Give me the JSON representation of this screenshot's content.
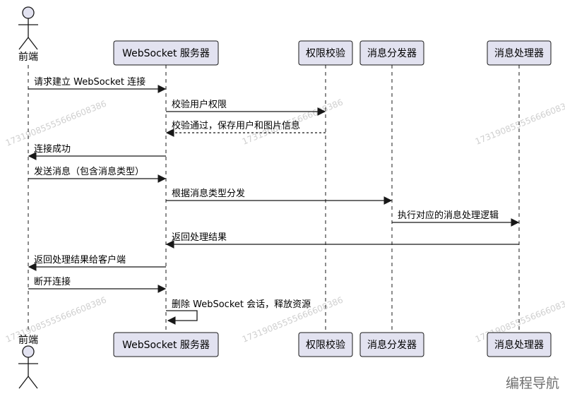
{
  "participants": [
    {
      "id": "frontend",
      "label": "前端",
      "kind": "actor"
    },
    {
      "id": "ws",
      "label": "WebSocket 服务器",
      "kind": "box"
    },
    {
      "id": "auth",
      "label": "权限校验",
      "kind": "box"
    },
    {
      "id": "dispatch",
      "label": "消息分发器",
      "kind": "box"
    },
    {
      "id": "handler",
      "label": "消息处理器",
      "kind": "box"
    }
  ],
  "messages": [
    {
      "from": "frontend",
      "to": "ws",
      "label": "请求建立 WebSocket 连接",
      "style": "solid"
    },
    {
      "from": "ws",
      "to": "auth",
      "label": "校验用户权限",
      "style": "solid"
    },
    {
      "from": "auth",
      "to": "ws",
      "label": "校验通过，保存用户和图片信息",
      "style": "dashed"
    },
    {
      "from": "ws",
      "to": "frontend",
      "label": "连接成功",
      "style": "solid"
    },
    {
      "from": "frontend",
      "to": "ws",
      "label": "发送消息（包含消息类型）",
      "style": "solid"
    },
    {
      "from": "ws",
      "to": "dispatch",
      "label": "根据消息类型分发",
      "style": "solid"
    },
    {
      "from": "dispatch",
      "to": "handler",
      "label": "执行对应的消息处理逻辑",
      "style": "solid"
    },
    {
      "from": "handler",
      "to": "ws",
      "label": "返回处理结果",
      "style": "solid"
    },
    {
      "from": "ws",
      "to": "frontend",
      "label": "返回处理结果给客户端",
      "style": "solid"
    },
    {
      "from": "frontend",
      "to": "ws",
      "label": "断开连接",
      "style": "solid"
    },
    {
      "from": "ws",
      "to": "ws",
      "label": "删除 WebSocket 会话，释放资源",
      "style": "self"
    }
  ],
  "watermark_text": "17319085555666608386",
  "brand_text": "编程导航",
  "colors": {
    "participant_fill": "#e2e2f0",
    "participant_border": "#181818",
    "lifeline": "#181818",
    "arrow": "#181818"
  }
}
